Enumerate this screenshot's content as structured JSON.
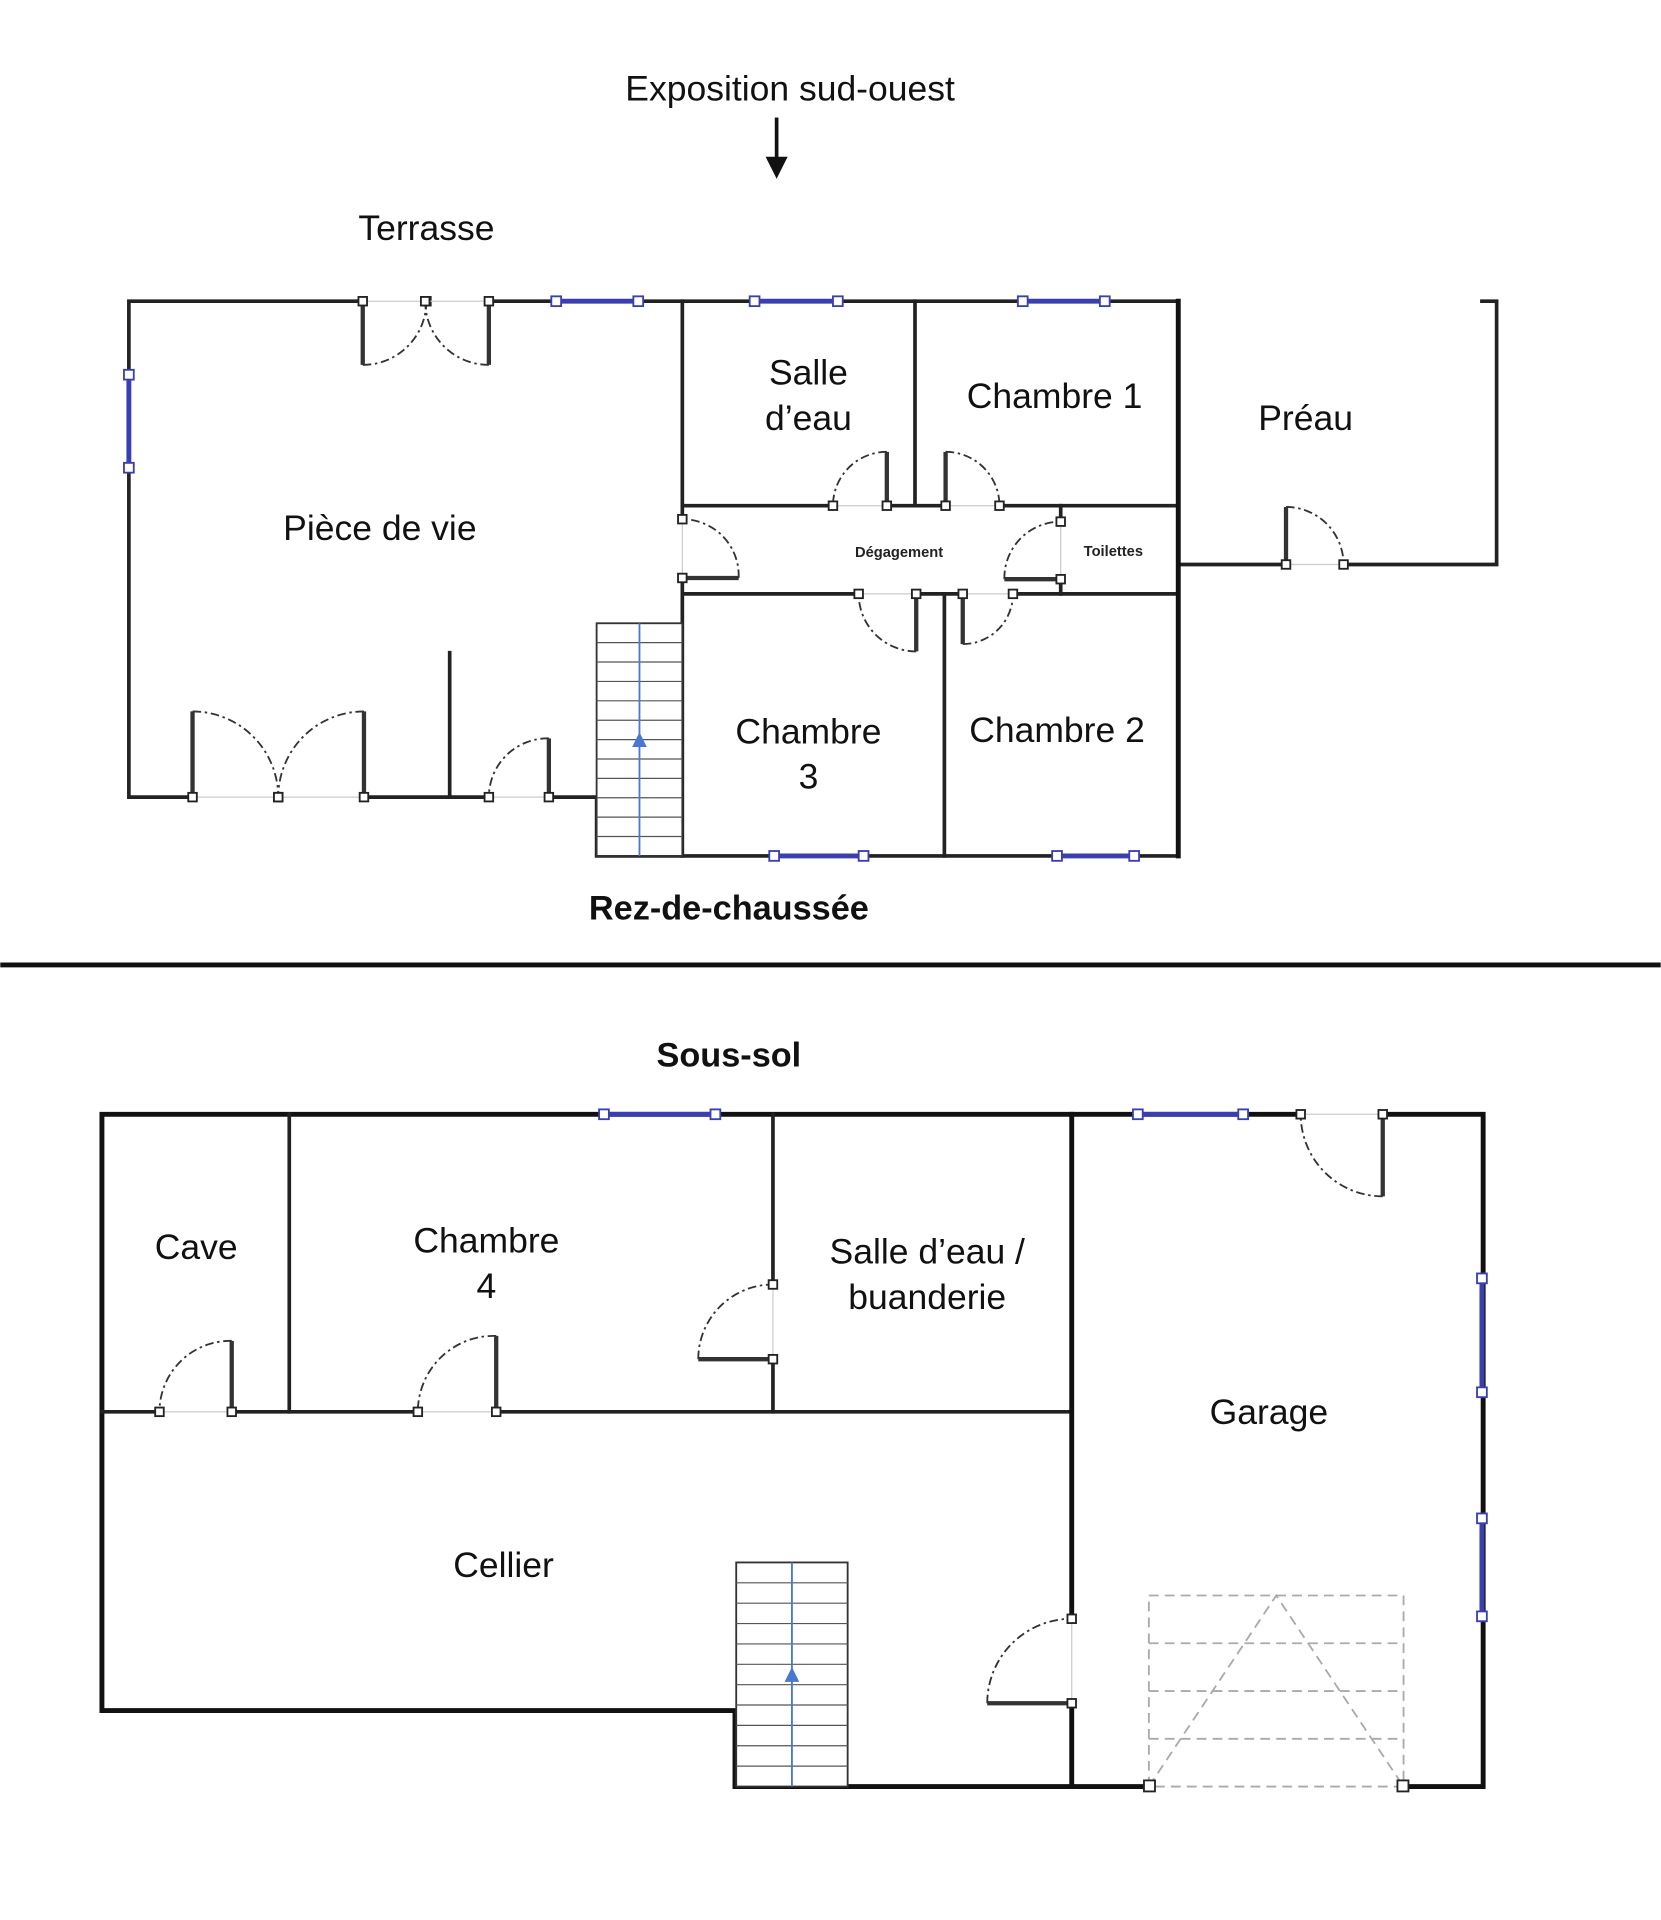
{
  "header": {
    "exposure": "Exposition sud-ouest",
    "arrow_icon": "arrow-down"
  },
  "ground_floor": {
    "title": "Rez-de-chaussée",
    "terrace": "Terrasse",
    "rooms": {
      "living": "Pièce de vie",
      "shower_line1": "Salle",
      "shower_line2": "d’eau",
      "bedroom1": "Chambre 1",
      "preau": "Préau",
      "hallway": "Dégagement",
      "toilets": "Toilettes",
      "bedroom3_line1": "Chambre",
      "bedroom3_line2": "3",
      "bedroom2": "Chambre 2"
    }
  },
  "basement": {
    "title": "Sous-sol",
    "rooms": {
      "cellar": "Cave",
      "bedroom4_line1": "Chambre",
      "bedroom4_line2": "4",
      "laundry_line1": "Salle d’eau /",
      "laundry_line2": "buanderie",
      "garage": "Garage",
      "storeroom": "Cellier"
    }
  },
  "colors": {
    "wall": "#222222",
    "window": "#3a3fb0",
    "stair_arrow": "#4a78d0"
  }
}
